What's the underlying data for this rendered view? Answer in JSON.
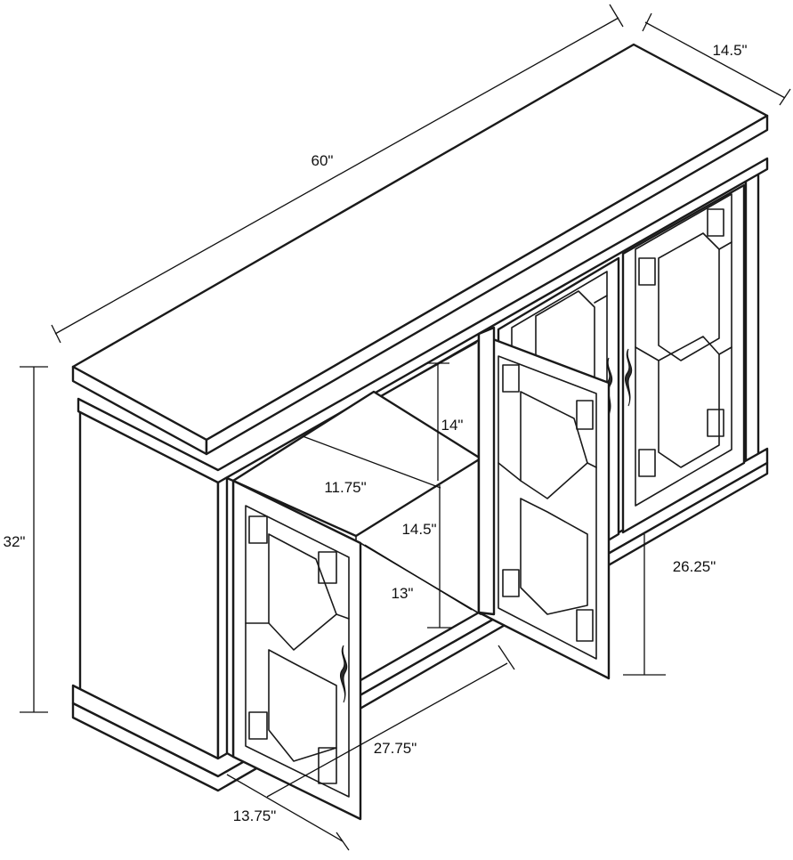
{
  "dimensions": {
    "width": "60\"",
    "depth": "14.5\"",
    "height": "32\"",
    "shelf_height": "14\"",
    "shelf_depth": "11.75\"",
    "cavity_height": "14.5\"",
    "cavity_depth": "13\"",
    "inner_height": "26.25\"",
    "inner_width": "27.75\"",
    "door_width": "13.75\""
  }
}
